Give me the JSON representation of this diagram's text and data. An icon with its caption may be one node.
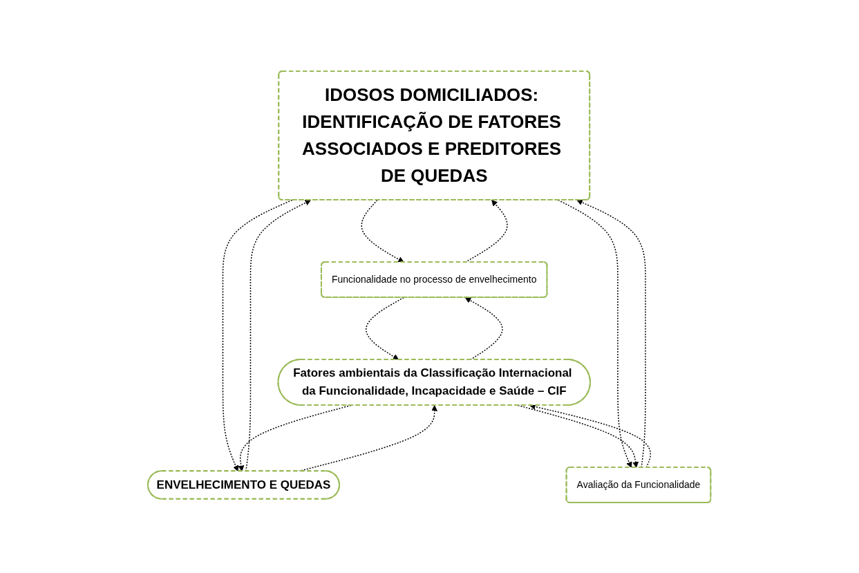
{
  "diagram": {
    "nodes": [
      {
        "text": [
          "IDOSOS DOMICILIADOS: IDENTIFICAÇÃO DE FATORES ASSOCIADOS E PREDITORES DE QUEDAS"
        ]
      },
      {
        "text": [
          "Funcionalidade no processo de envelhecimento"
        ]
      },
      {
        "text": [
          "ENVELHECIMENTO E QUEDAS"
        ]
      },
      {
        "text": [
          "Avaliação da Funcionalidade"
        ]
      },
      {
        "text": [
          "Fatores ambientais da Classificação Internacional da Funcionalidade, Incapacidade e Saúde – CIF"
        ]
      }
    ],
    "edges": [
      {
        "from": 0,
        "to": 1,
        "arrow": "to",
        "style": "dashed"
      },
      {
        "from": 1,
        "to": 0,
        "arrow": "to",
        "style": "dashed"
      },
      {
        "from": 0,
        "to": 2,
        "arrow": "to",
        "style": "dashed"
      },
      {
        "from": 2,
        "to": 0,
        "arrow": "to",
        "style": "dashed"
      },
      {
        "from": 0,
        "to": 3,
        "arrow": "to",
        "style": "dashed"
      },
      {
        "from": 3,
        "to": 0,
        "arrow": "to",
        "style": "dashed"
      },
      {
        "from": 1,
        "to": 4,
        "arrow": "to",
        "style": "dashed"
      },
      {
        "from": 4,
        "to": 1,
        "arrow": "to",
        "style": "dashed"
      },
      {
        "from": 4,
        "to": 2,
        "arrow": "to",
        "style": "dashed"
      },
      {
        "from": 2,
        "to": 4,
        "arrow": "to",
        "style": "dashed"
      },
      {
        "from": 3,
        "to": 4,
        "arrow": "to",
        "style": "dashed"
      },
      {
        "from": 4,
        "to": 3,
        "arrow": "to",
        "style": "dashed"
      }
    ]
  }
}
